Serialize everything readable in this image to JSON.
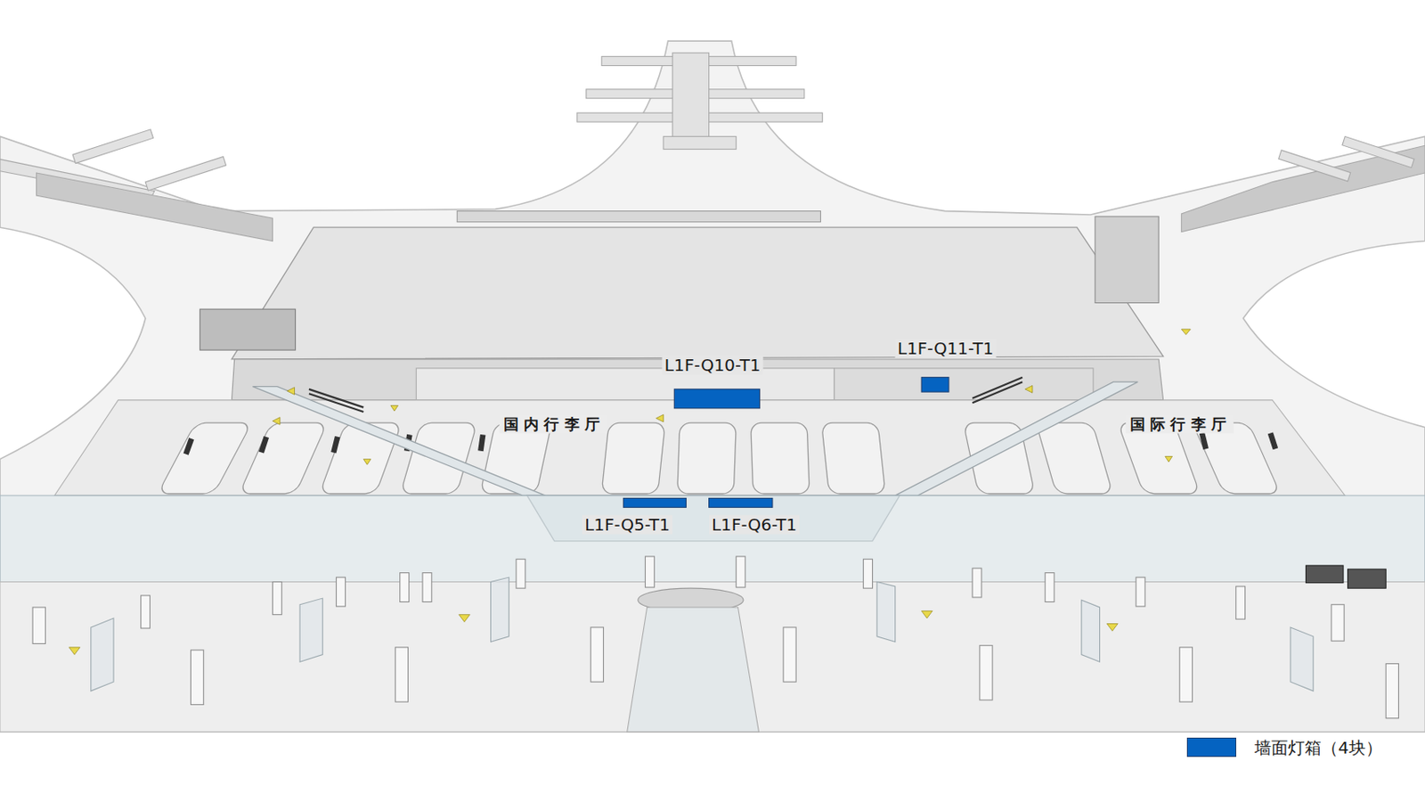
{
  "diagram": {
    "labels": [
      "L1F-Q10-T1",
      "L1F-Q11-T1",
      "国内行李厅",
      "国际行李厅",
      "L1F-Q5-T1",
      "L1F-Q6-T1"
    ],
    "legend": [
      {
        "text": "墙面灯箱（4块）",
        "color": "#0563c1"
      }
    ]
  }
}
